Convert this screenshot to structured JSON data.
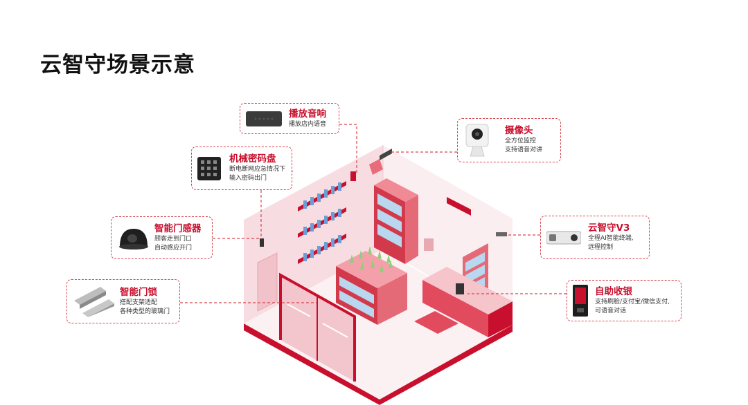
{
  "title": "云智守场景示意",
  "devices": {
    "speaker": {
      "name": "播放音响",
      "desc": [
        "播放店内语音"
      ]
    },
    "keypad": {
      "name": "机械密码盘",
      "desc": [
        "断电断网应急情况下",
        "输入密码出门"
      ]
    },
    "sensor": {
      "name": "智能门感器",
      "desc": [
        "顾客走到门口",
        "自动感应开门"
      ]
    },
    "lock": {
      "name": "智能门锁",
      "desc": [
        "搭配支架适配",
        "各种类型的玻璃门"
      ]
    },
    "camera": {
      "name": "摄像头",
      "desc": [
        "全方位监控",
        "支持语音对讲"
      ]
    },
    "terminal": {
      "name": "云智守V3",
      "desc": [
        "全程AI智能终端,",
        "远程控制"
      ]
    },
    "checkout": {
      "name": "自助收银",
      "desc": [
        "支持刷脸/支付宝/微信支付,",
        "可语音对话"
      ]
    }
  },
  "colors": {
    "accent": "#c8102e",
    "wall": "#f7dde1",
    "wall_light": "#fbeef0",
    "floor": "#fbf1f2"
  }
}
